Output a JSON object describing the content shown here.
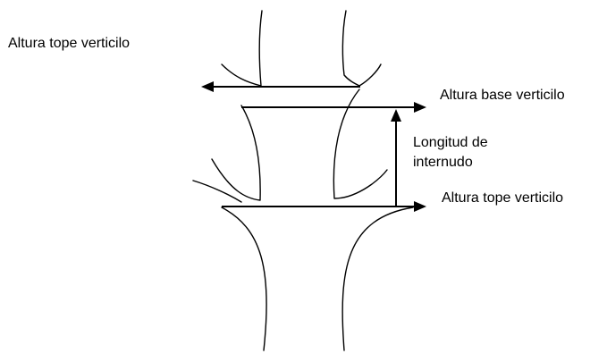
{
  "labels": {
    "top_whorl_height_left": "Altura tope verticilo",
    "base_whorl_height": "Altura base verticilo",
    "internode_length_line1": "Longitud de",
    "internode_length_line2": "internudo",
    "top_whorl_height_right": "Altura tope verticilo"
  }
}
